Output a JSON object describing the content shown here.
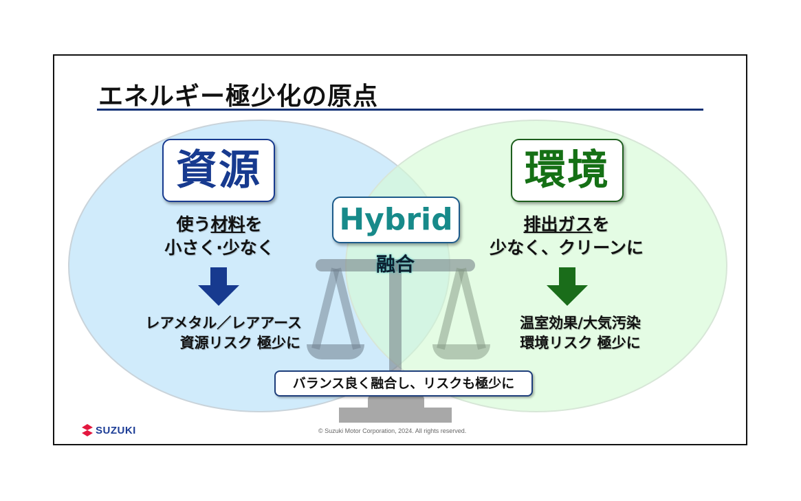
{
  "slide": {
    "title": "エネルギー極少化の原点",
    "resource": {
      "heading": "資源",
      "line1_pre": "使う",
      "line1_underlined": "材料",
      "line1_post": "を",
      "line2": "小さく·少なく",
      "result_line1": "レアメタル／レアアース",
      "result_line2": "資源リスク 極少に",
      "color": "#173a8f",
      "arrow_icon": "arrow-down-icon"
    },
    "environment": {
      "heading": "環境",
      "line1_underlined": "排出ガス",
      "line1_post": "を",
      "line2": "少なく、クリーンに",
      "result_line1": "温室効果/大気汚染",
      "result_line2": "環境リスク 極少に",
      "color": "#157015",
      "arrow_icon": "arrow-down-icon"
    },
    "hybrid": {
      "label": "Hybrid",
      "sub": "融合",
      "color": "#178a8a"
    },
    "balance_message": "バランス良く融合し、リスクも極少に",
    "footer": {
      "logo_text": "SUZUKI",
      "copyright": "© Suzuki Motor Corporation, 2024. All rights reserved."
    }
  }
}
